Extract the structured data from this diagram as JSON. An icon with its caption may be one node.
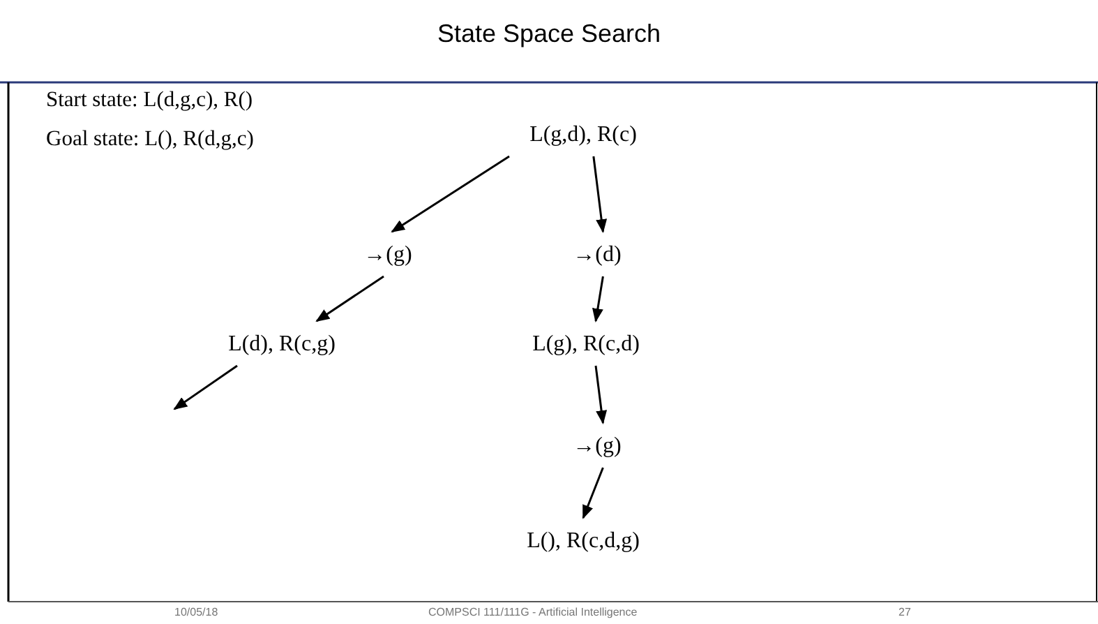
{
  "diagram": {
    "title": "State Space Search",
    "nodes": [
      {
        "text": [
          "L(g,d), R(c)"
        ]
      },
      {
        "text": [
          "→(g)"
        ]
      },
      {
        "text": [
          "→(d)"
        ]
      },
      {
        "text": [
          "L(d), R(c,g)"
        ]
      },
      {
        "text": [
          "L(g), R(c,d)"
        ]
      },
      {
        "text": [
          "→(g)"
        ]
      },
      {
        "text": [
          "L(), R(c,d,g)"
        ]
      }
    ],
    "edges": [
      {
        "from": 0,
        "to": 1,
        "arrow": "to"
      },
      {
        "from": 0,
        "to": 2,
        "arrow": "to"
      },
      {
        "from": 1,
        "to": 3,
        "arrow": "to"
      },
      {
        "from": 2,
        "to": 4,
        "arrow": "to"
      },
      {
        "from": 3,
        "to": null,
        "arrow": "to"
      },
      {
        "from": 4,
        "to": 5,
        "arrow": "to"
      },
      {
        "from": 5,
        "to": 6,
        "arrow": "to"
      }
    ],
    "labels": [
      "Start state: L(d,g,c), R()",
      "Goal state: L(), R(d,g,c)",
      "10/05/18",
      "COMPSCI 111/111G - Artificial Intelligence",
      "27"
    ]
  }
}
